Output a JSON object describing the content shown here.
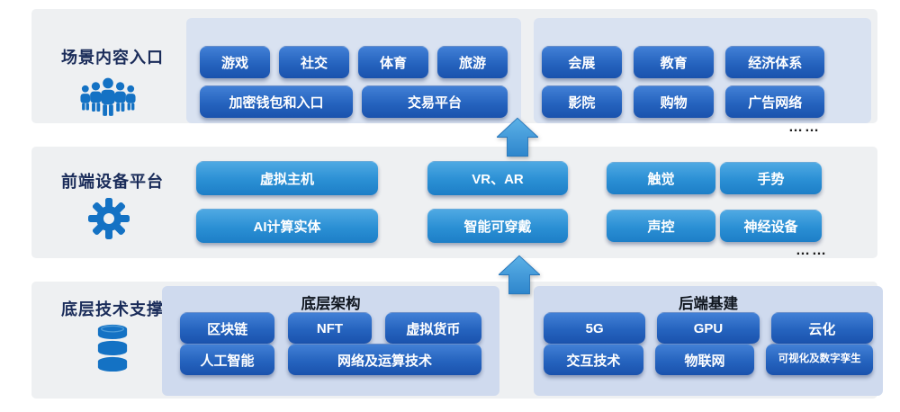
{
  "colors": {
    "band_bg": "#eef0f2",
    "panel_top_bg": "#d9e2f1",
    "panel_bottom_bg": "#cfdaee",
    "button_dark_blue": "#2563be",
    "button_light_blue": "#2a8fd4",
    "icon_blue": "#1472c4",
    "label_navy": "#1a2c5a",
    "arrow_blue": "#3e96d8"
  },
  "band1": {
    "label": "场景内容入口",
    "icon": "people-icon",
    "left_panel": {
      "r1": [
        "游戏",
        "社交",
        "体育",
        "旅游"
      ],
      "r2": [
        "加密钱包和入口",
        "交易平台"
      ]
    },
    "right_panel": {
      "r1": [
        "会展",
        "教育",
        "经济体系"
      ],
      "r2": [
        "影院",
        "购物",
        "广告网络"
      ]
    },
    "ellipsis": "……"
  },
  "band2": {
    "label": "前端设备平台",
    "icon": "gear-icon",
    "buttons": {
      "c1r1": "虚拟主机",
      "c1r2": "AI计算实体",
      "c2r1": "VR、AR",
      "c2r2": "智能可穿戴",
      "c3r1": "触觉",
      "c3r2": "声控",
      "c4r1": "手势",
      "c4r2": "神经设备"
    },
    "ellipsis": "……"
  },
  "band3": {
    "label": "底层技术支撑",
    "icon": "database-icon",
    "left_panel": {
      "title": "底层架构",
      "r1": [
        "区块链",
        "NFT",
        "虚拟货币"
      ],
      "r2": [
        "人工智能",
        "网络及运算技术"
      ]
    },
    "right_panel": {
      "title": "后端基建",
      "r1": [
        "5G",
        "GPU",
        "云化"
      ],
      "r2": [
        "交互技术",
        "物联网",
        "可视化及数字孪生"
      ]
    }
  }
}
